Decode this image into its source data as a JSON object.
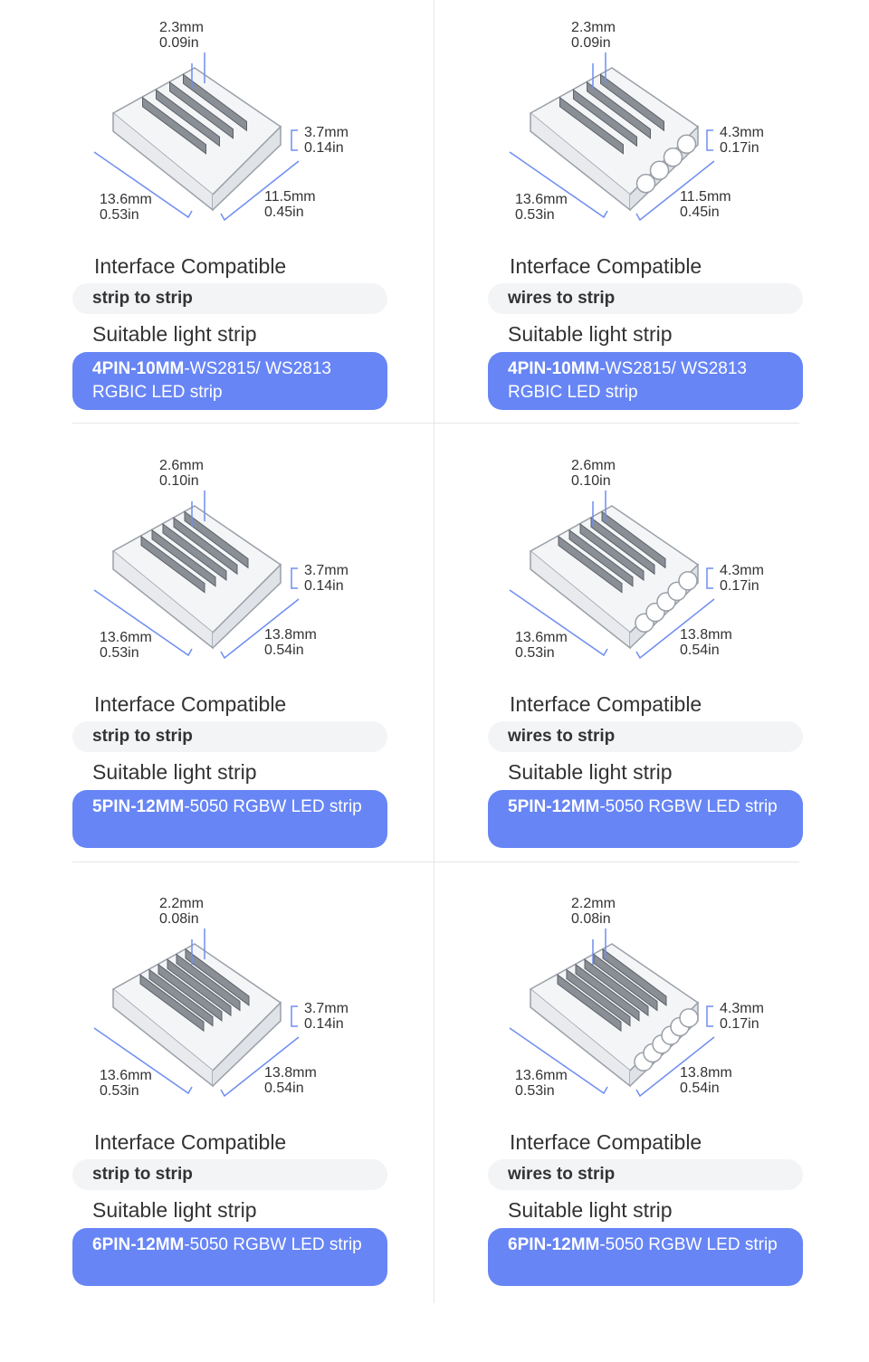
{
  "labels": {
    "interface": "Interface Compatible",
    "suitable": "Suitable light strip"
  },
  "colors": {
    "accent": "#6785f5",
    "pill_bg": "#f3f4f6",
    "dim_line": "#6f8ef0"
  },
  "cells": [
    {
      "top_mm": "2.3mm",
      "top_in": "0.09in",
      "h_mm": "3.7mm",
      "h_in": "0.14in",
      "l_mm": "13.6mm",
      "l_in": "0.53in",
      "r_mm": "11.5mm",
      "r_in": "0.45in",
      "interface": "strip to strip",
      "strip_bold": "4PIN-10MM",
      "strip_rest": "-WS2815/ WS2813 RGBIC LED strip",
      "pins": 4,
      "wires": false
    },
    {
      "top_mm": "2.3mm",
      "top_in": "0.09in",
      "h_mm": "4.3mm",
      "h_in": "0.17in",
      "l_mm": "13.6mm",
      "l_in": "0.53in",
      "r_mm": "11.5mm",
      "r_in": "0.45in",
      "interface": "wires to strip",
      "strip_bold": "4PIN-10MM",
      "strip_rest": "-WS2815/ WS2813 RGBIC LED strip",
      "pins": 4,
      "wires": true
    },
    {
      "top_mm": "2.6mm",
      "top_in": "0.10in",
      "h_mm": "3.7mm",
      "h_in": "0.14in",
      "l_mm": "13.6mm",
      "l_in": "0.53in",
      "r_mm": "13.8mm",
      "r_in": "0.54in",
      "interface": "strip to strip",
      "strip_bold": "5PIN-12MM",
      "strip_rest": "-5050 RGBW LED strip",
      "pins": 5,
      "wires": false
    },
    {
      "top_mm": "2.6mm",
      "top_in": "0.10in",
      "h_mm": "4.3mm",
      "h_in": "0.17in",
      "l_mm": "13.6mm",
      "l_in": "0.53in",
      "r_mm": "13.8mm",
      "r_in": "0.54in",
      "interface": "wires to strip",
      "strip_bold": "5PIN-12MM",
      "strip_rest": "-5050 RGBW LED strip",
      "pins": 5,
      "wires": true
    },
    {
      "top_mm": "2.2mm",
      "top_in": "0.08in",
      "h_mm": "3.7mm",
      "h_in": "0.14in",
      "l_mm": "13.6mm",
      "l_in": "0.53in",
      "r_mm": "13.8mm",
      "r_in": "0.54in",
      "interface": "strip to strip",
      "strip_bold": "6PIN-12MM",
      "strip_rest": "-5050 RGBW LED strip",
      "pins": 6,
      "wires": false
    },
    {
      "top_mm": "2.2mm",
      "top_in": "0.08in",
      "h_mm": "4.3mm",
      "h_in": "0.17in",
      "l_mm": "13.6mm",
      "l_in": "0.53in",
      "r_mm": "13.8mm",
      "r_in": "0.54in",
      "interface": "wires to strip",
      "strip_bold": "6PIN-12MM",
      "strip_rest": "-5050 RGBW LED strip",
      "pins": 6,
      "wires": true
    }
  ]
}
